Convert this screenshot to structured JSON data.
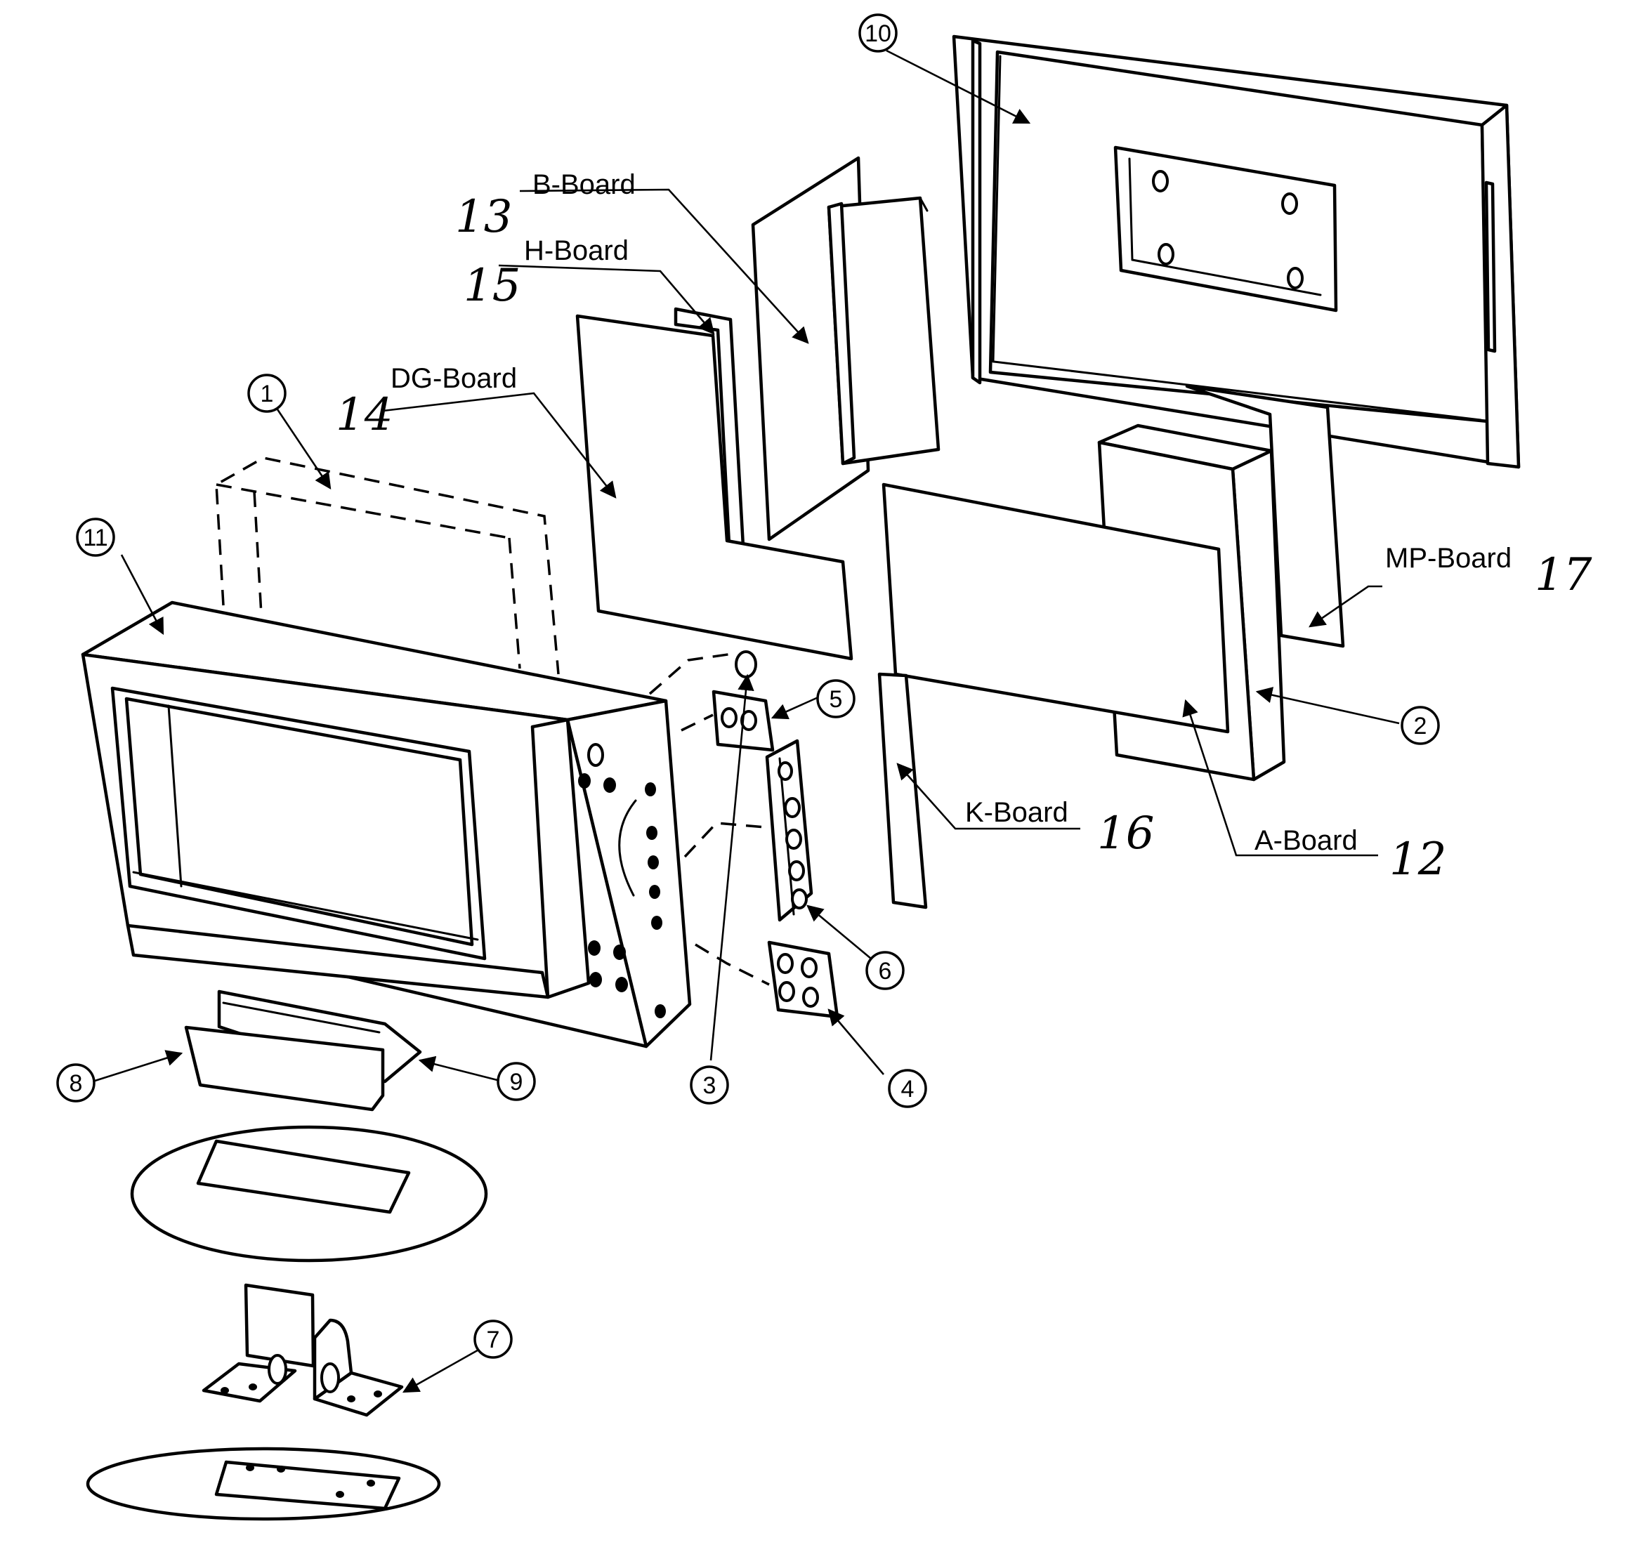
{
  "callouts": {
    "c1": "1",
    "c2": "2",
    "c3": "3",
    "c4": "4",
    "c5": "5",
    "c6": "6",
    "c7": "7",
    "c8": "8",
    "c9": "9",
    "c10": "10",
    "c11": "11"
  },
  "boards": {
    "b_board": {
      "label": "B-Board",
      "number": "13"
    },
    "h_board": {
      "label": "H-Board",
      "number": "15"
    },
    "dg_board": {
      "label": "DG-Board",
      "number": "14"
    },
    "mp_board": {
      "label": "MP-Board",
      "number": "17"
    },
    "k_board": {
      "label": "K-Board",
      "number": "16"
    },
    "a_board": {
      "label": "A-Board",
      "number": "12"
    }
  }
}
